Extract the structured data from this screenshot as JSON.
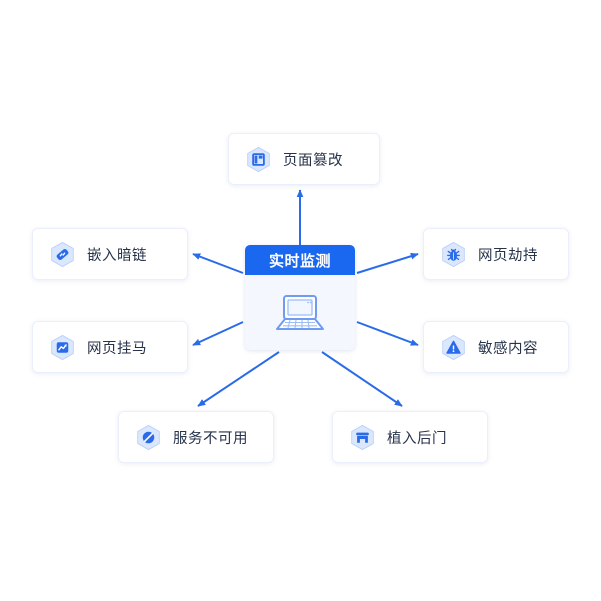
{
  "diagram": {
    "type": "hub-and-spoke",
    "hub": {
      "title": "实时监测",
      "icon": "laptop-icon",
      "header_color": "#1a68ef",
      "header_text_color": "#ffffff",
      "body_color": "#f4f7fe"
    },
    "edge_color": "#2a6bea",
    "node_text_color": "#26334a",
    "nodes": [
      {
        "id": "tamper",
        "label": "页面篡改",
        "icon": "page-layout-icon",
        "position": "top"
      },
      {
        "id": "darklink",
        "label": "嵌入暗链",
        "icon": "link-diamond-icon",
        "position": "left-top"
      },
      {
        "id": "trojan",
        "label": "网页挂马",
        "icon": "trend-chart-icon",
        "position": "left-bottom"
      },
      {
        "id": "hijack",
        "label": "网页劫持",
        "icon": "bug-icon",
        "position": "right-top"
      },
      {
        "id": "sensitive",
        "label": "敏感内容",
        "icon": "warning-triangle-icon",
        "position": "right-bottom"
      },
      {
        "id": "dos",
        "label": "服务不可用",
        "icon": "ban-icon",
        "position": "bottom-left"
      },
      {
        "id": "backdoor",
        "label": "植入后门",
        "icon": "door-gate-icon",
        "position": "bottom-right"
      }
    ]
  }
}
